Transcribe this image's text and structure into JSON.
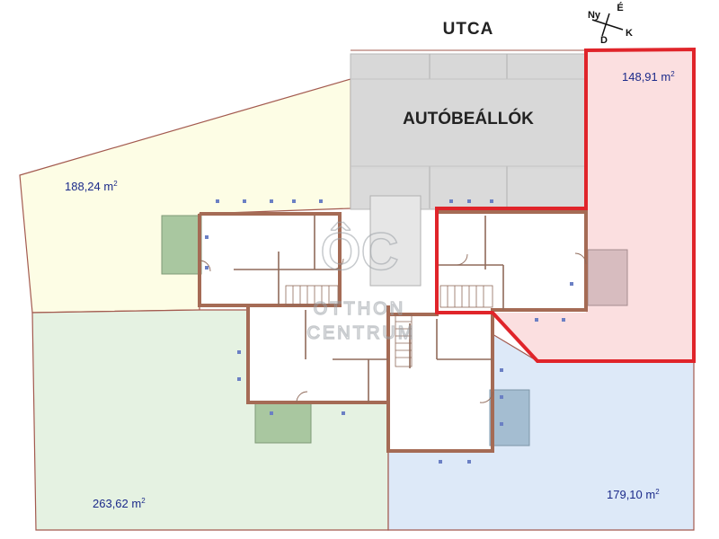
{
  "street": {
    "label": "UTCA"
  },
  "parking": {
    "label": "AUTÓBEÁLLÓK"
  },
  "compass": {
    "north": "É",
    "west": "Ny",
    "east": "K",
    "south": "D"
  },
  "plots": {
    "north_west": {
      "area": "188,24 m",
      "unit_sup": "2",
      "fill": "#fdfde5"
    },
    "south_west": {
      "area": "263,62 m",
      "unit_sup": "2",
      "fill": "#e5f2e2"
    },
    "south_east": {
      "area": "179,10 m",
      "unit_sup": "2",
      "fill": "#dde9f8"
    },
    "north_east": {
      "area": "148,91 m",
      "unit_sup": "2",
      "fill": "#fbdfe0"
    }
  },
  "watermark": {
    "logo": "ÔC",
    "line1": "OTTHON",
    "line2": "CENTRUM"
  },
  "colors": {
    "highlight": "#e0242a",
    "walls": "#a56b55",
    "parking": "#d8d8d8",
    "terrace": "#a9c7a0"
  }
}
